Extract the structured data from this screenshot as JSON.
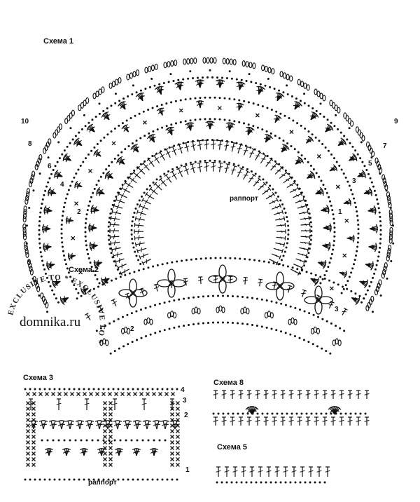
{
  "scheme1": {
    "title": "Схема 1",
    "repeat_label": "раппорт",
    "row_numbers_left": [
      "10",
      "8",
      "6",
      "4",
      "2"
    ],
    "row_numbers_right": [
      "9",
      "7",
      "5",
      "3",
      "1"
    ]
  },
  "scheme2": {
    "title": "Схема 2",
    "row_numbers": [
      "2",
      "3"
    ]
  },
  "scheme3": {
    "title": "Схема 3",
    "repeat_label": "раппорт",
    "row_numbers": [
      "4",
      "3",
      "2",
      "1"
    ]
  },
  "scheme8": {
    "title": "Схема 8"
  },
  "scheme5": {
    "title": "Схема 5"
  },
  "watermark": {
    "site": "domnika.ru",
    "ring_text": "EXCLUSIVE TO * EXCLUSIVE TO *"
  }
}
